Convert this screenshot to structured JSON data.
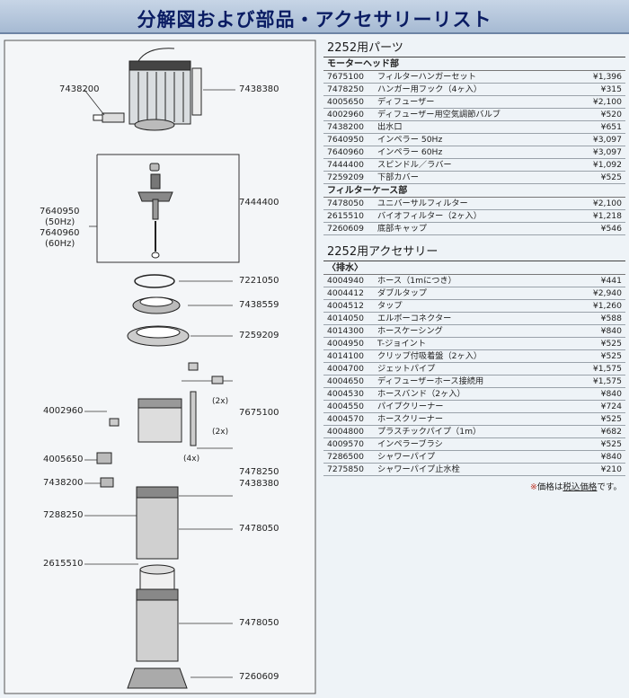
{
  "title": "分解図および部品・アクセサリーリスト",
  "diagram": {
    "labels": {
      "l7438200_top": "7438200",
      "l7438380_top": "7438380",
      "l7640950": "7640950",
      "l50hz": "(50Hz)",
      "l7640960": "7640960",
      "l60hz": "(60Hz)",
      "l7444400": "7444400",
      "l7221050": "7221050",
      "l7438559": "7438559",
      "l7259209": "7259209",
      "l4002960": "4002960",
      "l7675100": "7675100",
      "l2x_a": "(2x)",
      "l2x_b": "(2x)",
      "l4x": "(4x)",
      "l4005650": "4005650",
      "l7478250": "7478250",
      "l7438200_b": "7438200",
      "l7438380_b": "7438380",
      "l7288250": "7288250",
      "l7478050_a": "7478050",
      "l2615510": "2615510",
      "l7478050_b": "7478050",
      "l7260609": "7260609"
    }
  },
  "parts": {
    "title": "2252用パーツ",
    "groups": [
      {
        "heading": "モーターヘッド部",
        "items": [
          {
            "code": "7675100",
            "name": "フィルターハンガーセット",
            "price": "¥1,396"
          },
          {
            "code": "7478250",
            "name": "ハンガー用フック（4ヶ入）",
            "price": "¥315"
          },
          {
            "code": "4005650",
            "name": "ディフューザー",
            "price": "¥2,100"
          },
          {
            "code": "4002960",
            "name": "ディフューザー用空気調節バルブ",
            "price": "¥520"
          },
          {
            "code": "7438200",
            "name": "出水口",
            "price": "¥651"
          },
          {
            "code": "7640950",
            "name": "インペラー 50Hz",
            "price": "¥3,097"
          },
          {
            "code": "7640960",
            "name": "インペラー 60Hz",
            "price": "¥3,097"
          },
          {
            "code": "7444400",
            "name": "スピンドル／ラバー",
            "price": "¥1,092"
          },
          {
            "code": "7259209",
            "name": "下部カバー",
            "price": "¥525"
          }
        ]
      },
      {
        "heading": "フィルターケース部",
        "items": [
          {
            "code": "7478050",
            "name": "ユニバーサルフィルター",
            "price": "¥2,100"
          },
          {
            "code": "2615510",
            "name": "バイオフィルター（2ヶ入）",
            "price": "¥1,218"
          },
          {
            "code": "7260609",
            "name": "底部キャップ",
            "price": "¥546"
          }
        ]
      }
    ]
  },
  "accessories": {
    "title": "2252用アクセサリー",
    "heading": "〈排水〉",
    "items": [
      {
        "code": "4004940",
        "name": "ホース（1mにつき）",
        "price": "¥441"
      },
      {
        "code": "4004412",
        "name": "ダブルタップ",
        "price": "¥2,940"
      },
      {
        "code": "4004512",
        "name": "タップ",
        "price": "¥1,260"
      },
      {
        "code": "4014050",
        "name": "エルボーコネクター",
        "price": "¥588"
      },
      {
        "code": "4014300",
        "name": "ホースケーシング",
        "price": "¥840"
      },
      {
        "code": "4004950",
        "name": "T-ジョイント",
        "price": "¥525"
      },
      {
        "code": "4014100",
        "name": "クリップ付吸着盤（2ヶ入）",
        "price": "¥525"
      },
      {
        "code": "4004700",
        "name": "ジェットパイプ",
        "price": "¥1,575"
      },
      {
        "code": "4004650",
        "name": "ディフューザーホース接続用",
        "price": "¥1,575"
      },
      {
        "code": "4004530",
        "name": "ホースバンド（2ヶ入）",
        "price": "¥840"
      },
      {
        "code": "4004550",
        "name": "パイプクリーナー",
        "price": "¥724"
      },
      {
        "code": "4004570",
        "name": "ホースクリーナー",
        "price": "¥525"
      },
      {
        "code": "4004800",
        "name": "プラスチックパイプ（1m）",
        "price": "¥682"
      },
      {
        "code": "4009570",
        "name": "インペラーブラシ",
        "price": "¥525"
      },
      {
        "code": "7286500",
        "name": "シャワーパイプ",
        "price": "¥840"
      },
      {
        "code": "7275850",
        "name": "シャワーパイプ止水栓",
        "price": "¥210"
      }
    ]
  },
  "note": {
    "mark": "※",
    "pre": "価格は",
    "underlined": "税込価格",
    "post": "です。"
  }
}
